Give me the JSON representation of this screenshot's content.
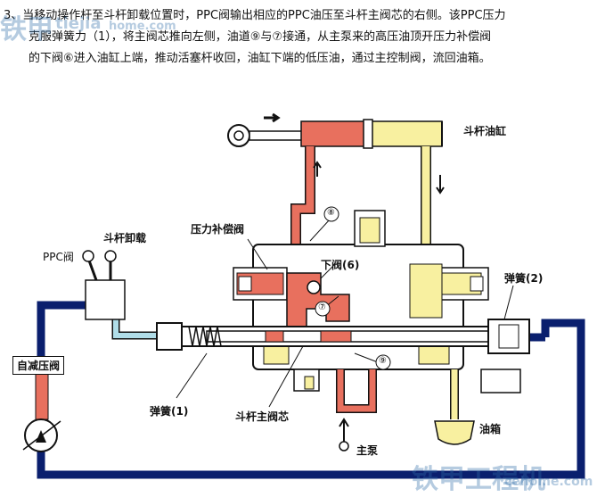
{
  "description": {
    "line1": "3、当移动操作杆至斗杆卸载位置时，PPC阀输出相应的PPC油压至斗杆主阀芯的右侧。该PPC压力",
    "line2": "克服弹簧力（1），将主阀芯推向左侧，油道⑨与⑦接通，从主泵来的高压油顶开压力补偿阀",
    "line3": "的下阀⑥进入油缸上端，推动活塞杆收回，油缸下端的低压油，通过主控制阀，流回油箱。"
  },
  "labels": {
    "arm_cylinder": "斗杆油缸",
    "pressure_comp_valve": "压力补偿阀",
    "arm_unload": "斗杆卸载",
    "ppc_valve": "PPC阀",
    "lower_valve": "下阀(6)",
    "spring2": "弹簧(2)",
    "self_reducing_valve": "自减压阀",
    "spring1": "弹簧(1)",
    "arm_main_spool": "斗杆主阀芯",
    "main_pump": "主泵",
    "oil_tank": "油箱",
    "circle8": "⑧",
    "circle7": "⑦",
    "circle9": "⑨"
  },
  "watermarks": {
    "top_left": "铁甲",
    "top_left_url": "tiejia",
    "top_left_url2": "home.com",
    "bottom_right": "铁甲工程机",
    "bottom_right_url": "cehome.com"
  },
  "colors": {
    "high_pressure": "#e8705e",
    "low_pressure": "#f8f0a0",
    "ppc_line": "#b0dde8",
    "pilot_line": "#0a1f6e",
    "body_outline": "#111111"
  }
}
